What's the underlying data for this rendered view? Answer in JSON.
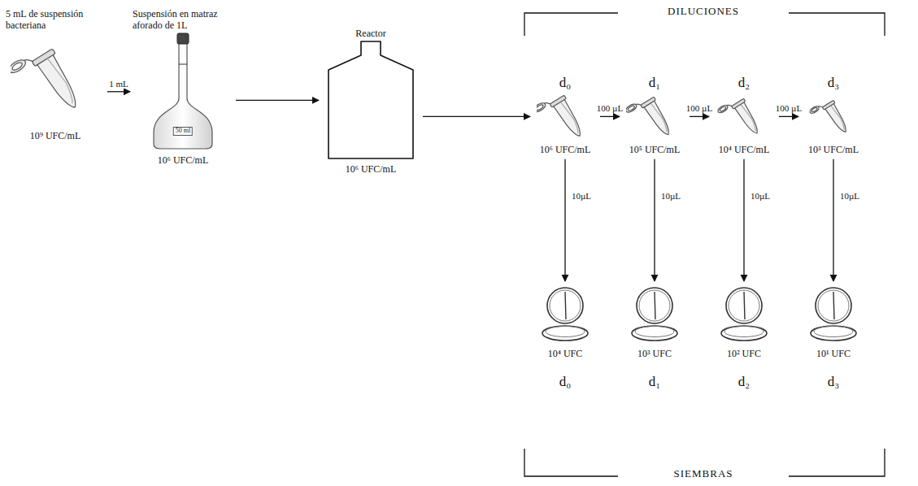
{
  "diagram": {
    "nodes": [
      {
        "text": [
          "5 mL de suspensión bacteriana",
          "10⁹ UFC/mL"
        ]
      },
      {
        "text": [
          "Suspensión en matraz aforado de 1L",
          "50 ml",
          "10⁶ UFC/mL"
        ]
      },
      {
        "text": [
          "Reactor",
          "10⁶ UFC/mL"
        ]
      },
      {
        "text": [
          "d₀",
          "10⁶ UFC/mL"
        ]
      },
      {
        "text": [
          "d₁",
          "10⁵ UFC/mL"
        ]
      },
      {
        "text": [
          "d₂",
          "10⁴ UFC/mL"
        ]
      },
      {
        "text": [
          "d₃",
          "10³ UFC/mL"
        ]
      },
      {
        "text": [
          "10⁴ UFC",
          "d₀"
        ]
      },
      {
        "text": [
          "10³ UFC",
          "d₁"
        ]
      },
      {
        "text": [
          "10² UFC",
          "d₂"
        ]
      },
      {
        "text": [
          "10¹ UFC",
          "d₃"
        ]
      }
    ],
    "edges": [
      {
        "from": 0,
        "to": 1,
        "arrow": "to",
        "label": "1 mL"
      },
      {
        "from": 1,
        "to": 2,
        "arrow": "to"
      },
      {
        "from": 2,
        "to": 3,
        "arrow": "to"
      },
      {
        "from": 3,
        "to": 4,
        "arrow": "to",
        "label": "100 µL"
      },
      {
        "from": 4,
        "to": 5,
        "arrow": "to",
        "label": "100 µL"
      },
      {
        "from": 5,
        "to": 6,
        "arrow": "to",
        "label": "100 µL"
      },
      {
        "from": 3,
        "to": 7,
        "arrow": "to",
        "label": "10µL"
      },
      {
        "from": 4,
        "to": 8,
        "arrow": "to",
        "label": "10µL"
      },
      {
        "from": 5,
        "to": 9,
        "arrow": "to",
        "label": "10µL"
      },
      {
        "from": 6,
        "to": 10,
        "arrow": "to",
        "label": "10µL"
      }
    ],
    "labels": [
      "DILUCIONES",
      "SIEMBRAS"
    ]
  }
}
